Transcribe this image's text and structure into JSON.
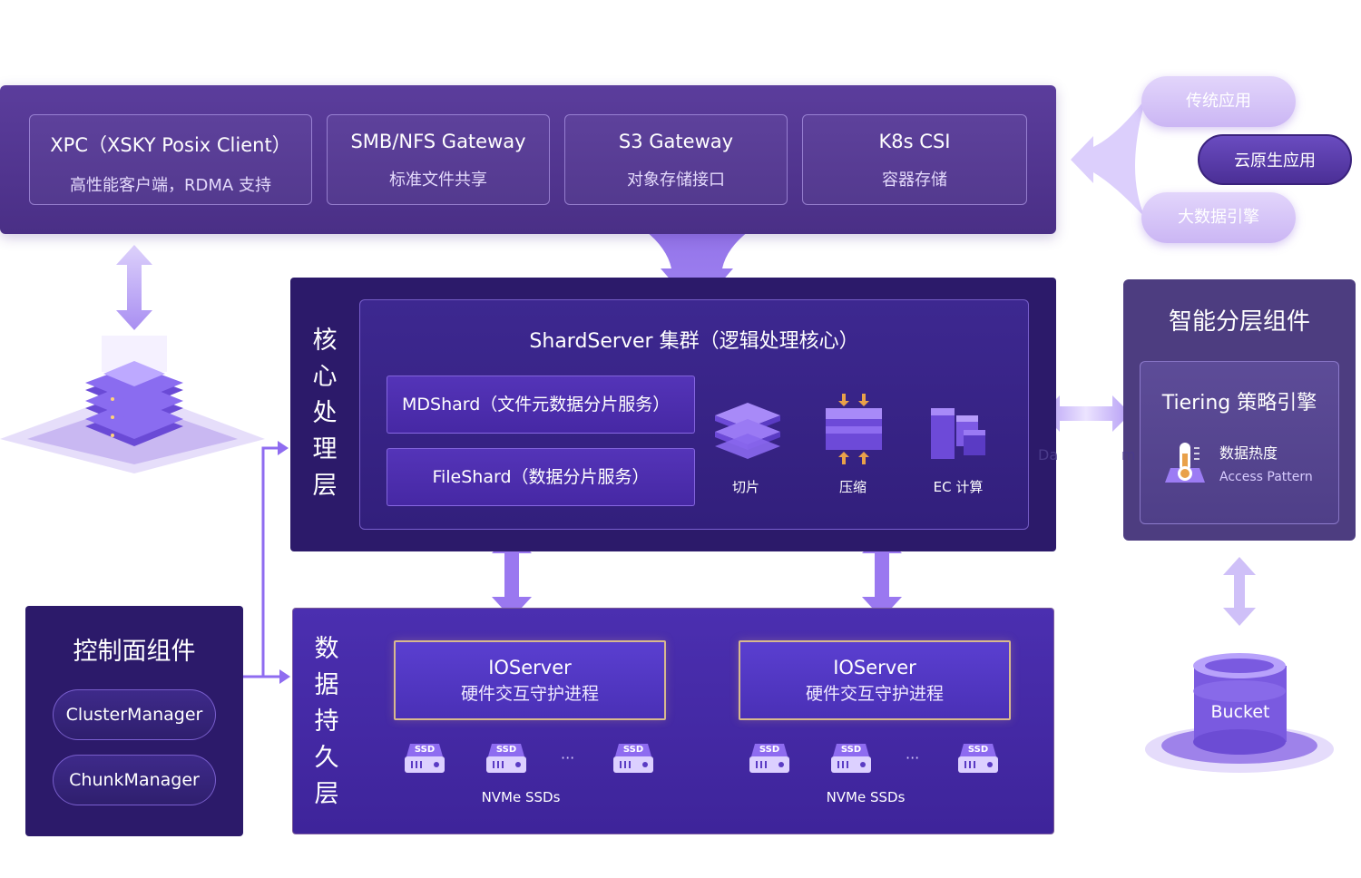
{
  "access_layer": {
    "gateways": [
      {
        "title": "XPC（XSKY Posix Client）",
        "subtitle": "高性能客户端，RDMA 支持"
      },
      {
        "title": "SMB/NFS Gateway",
        "subtitle": "标准文件共享"
      },
      {
        "title": "S3 Gateway",
        "subtitle": "对象存储接口"
      },
      {
        "title": "K8s CSI",
        "subtitle": "容器存储"
      }
    ]
  },
  "applications": [
    "传统应用",
    "云原生应用",
    "大数据引擎"
  ],
  "core_layer": {
    "vertical_label": [
      "核",
      "心",
      "处",
      "理",
      "层"
    ],
    "title": "ShardServer 集群（逻辑处理核心）",
    "shards": [
      "MDShard（文件元数据分片服务）",
      "FileShard（数据分片服务）"
    ],
    "functions": [
      "切片",
      "压缩",
      "EC 计算"
    ]
  },
  "tiering": {
    "title": "智能分层组件",
    "engine": "Tiering 策略引擎",
    "heat_label": "数据热度",
    "heat_sub": "Access Pattern",
    "link_label_left": "Da",
    "link_label_right": "m"
  },
  "bucket": {
    "label": "Bucket"
  },
  "control": {
    "title": "控制面组件",
    "items": [
      "ClusterManager",
      "ChunkManager"
    ]
  },
  "data_layer": {
    "vertical_label": [
      "数",
      "据",
      "持",
      "久",
      "层"
    ],
    "ioservers": [
      {
        "title": "IOServer",
        "subtitle": "硬件交互守护进程",
        "ssd": "SSD",
        "ellipsis": "···",
        "caption": "NVMe SSDs"
      },
      {
        "title": "IOServer",
        "subtitle": "硬件交互守护进程",
        "ssd": "SSD",
        "ellipsis": "···",
        "caption": "NVMe SSDs"
      }
    ]
  }
}
